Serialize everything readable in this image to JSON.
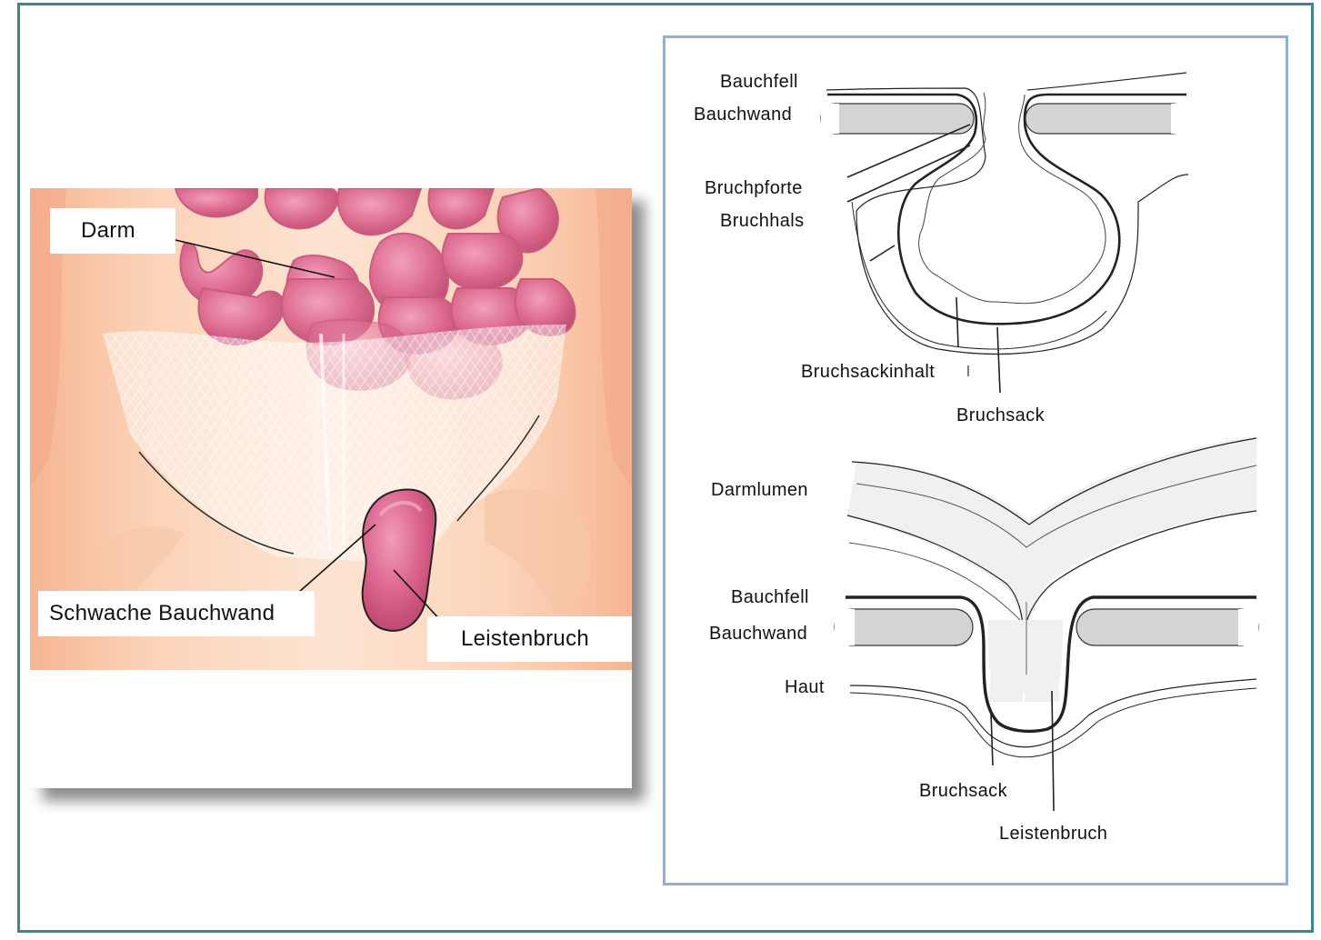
{
  "illustration": {
    "labels": {
      "darm": "Darm",
      "schwache_bauchwand": "Schwache Bauchwand",
      "leistenbruch": "Leistenbruch"
    }
  },
  "diagram_top": {
    "labels": {
      "bauchfell": "Bauchfell",
      "bauchwand": "Bauchwand",
      "bruchpforte": "Bruchpforte",
      "bruchhals": "Bruchhals",
      "bruchsackinhalt": "Bruchsackinhalt",
      "bruchsack": "Bruchsack"
    }
  },
  "diagram_bottom": {
    "labels": {
      "darmlumen": "Darmlumen",
      "bauchfell": "Bauchfell",
      "bauchwand": "Bauchwand",
      "haut": "Haut",
      "bruchsack": "Bruchsack",
      "leistenbruch": "Leistenbruch"
    }
  },
  "colors": {
    "frame": "#3f8590",
    "panel_border": "#8fb0d8",
    "skin": "#f8c8a8",
    "intestine": "#d9608a",
    "wall_fill": "#d4d4d4"
  }
}
